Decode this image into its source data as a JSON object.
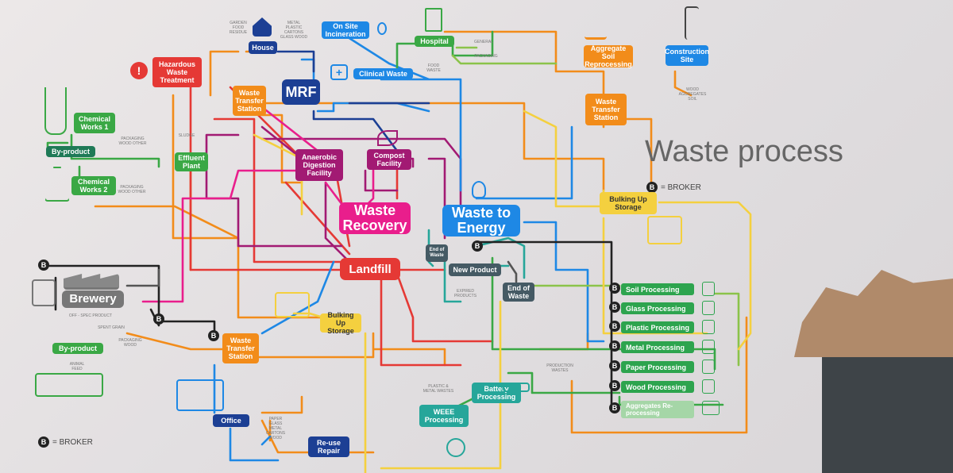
{
  "title": {
    "main": "Waste",
    "sub": "process"
  },
  "broker": {
    "symbol": "B",
    "text": "= BROKER"
  },
  "nodes": {
    "hazardous": "Hazardous Waste Treatment",
    "house": "House",
    "mrf": "MRF",
    "on_site": "On Site Incineration",
    "hospital": "Hospital",
    "clinical": "Clinical Waste",
    "aggregate_soil": "Aggregate Soil Reprocessing",
    "construction": "Construction Site",
    "chem1": "Chemical Works 1",
    "byproduct_top": "By-product",
    "chem2": "Chemical Works 2",
    "effluent": "Effluent Plant",
    "wts_top": "Waste Transfer Station",
    "anaerobic": "Anaerobic Digestion Facility",
    "compost": "Compost Facility",
    "waste_recovery": "Waste Recovery",
    "waste_energy": "Waste to Energy",
    "wts_right": "Waste Transfer Station",
    "bulking_right": "Bulking Up Storage",
    "landfill": "Landfill",
    "end_waste_1": "End of Waste",
    "new_product": "New Product",
    "end_waste_2": "End of Waste",
    "brewery": "Brewery",
    "byproduct_bottom": "By-product",
    "wts_bottom": "Waste Transfer Station",
    "bulking_mid": "Bulking Up Storage",
    "office": "Office",
    "reuse": "Re-use Repair",
    "weee": "WEEE Processing",
    "battery": "Battery Processing"
  },
  "processing": [
    "Soil Processing",
    "Glass Processing",
    "Plastic Processing",
    "Metal Processing",
    "Paper Processing",
    "Wood Processing",
    "Aggregates Re-processing"
  ],
  "labels": {
    "house_left": "GARDEN FOOD RESIDUE",
    "house_right": "METAL PLASTIC CARTONS GLASS WOOD",
    "hosp_left": "FOOD WASTE",
    "hosp_r1": "GENERAL",
    "hosp_r2": "PACKAGING",
    "chem1": "PACKAGING WOOD OTHER",
    "sludge": "SLUDGE",
    "chem2": "PACKAGING WOOD OTHER",
    "construct": "WOOD AGGREGATES SOIL",
    "expired": "EXPIRED PRODUCTS",
    "offspec": "OFF - SPEC PRODUCT",
    "spent": "SPENT GRAIN",
    "pack_wood": "PACKAGING WOOD",
    "animal": "ANIMAL FEED",
    "prod_waste": "PRODUCTION WASTES",
    "plastic_metal": "PLASTIC & METAL WASTES",
    "office": "PAPER GLASS METAL CARTONS WOOD"
  }
}
